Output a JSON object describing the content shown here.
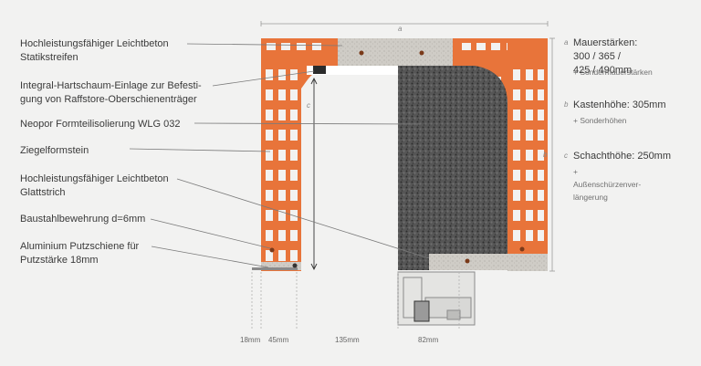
{
  "labels": [
    "Hochleistungsfähiger Leichtbeton\nStatikstreifen",
    "Integral-Hartschaum-Einlage zur Befesti-\ngung von Raffstore-Oberschienenträger",
    "Neopor Formteilisolierung WLG 032",
    "Ziegelformstein",
    "Hochleistungsfähiger Leichtbeton\nGlattstrich",
    "Baustahlbewehrung d=6mm",
    "Aluminium Putzschiene für\nPutzstärke 18mm"
  ],
  "specs": [
    {
      "letter": "a",
      "title": "Mauerstärken:\n300 / 365 / 425 / 490mm",
      "sub": "+ Sondermauerstärken"
    },
    {
      "letter": "b",
      "title": "Kastenhöhe: 305mm",
      "sub": "+ Sonderhöhen"
    },
    {
      "letter": "c",
      "title": "Schachthöhe: 250mm",
      "sub": "+ Außenschürzenver-\nlängerung"
    }
  ],
  "dimension_letters": {
    "a": "a",
    "b": "b",
    "c": "c"
  },
  "bottom_dimensions": [
    "18mm",
    "45mm",
    "135mm",
    "82mm"
  ],
  "colors": {
    "brick": "#e8743a",
    "concrete": "#c9c6c0",
    "insulation": "#4a4a4a",
    "leader": "#7a7a7a",
    "background": "#f2f2f1"
  }
}
